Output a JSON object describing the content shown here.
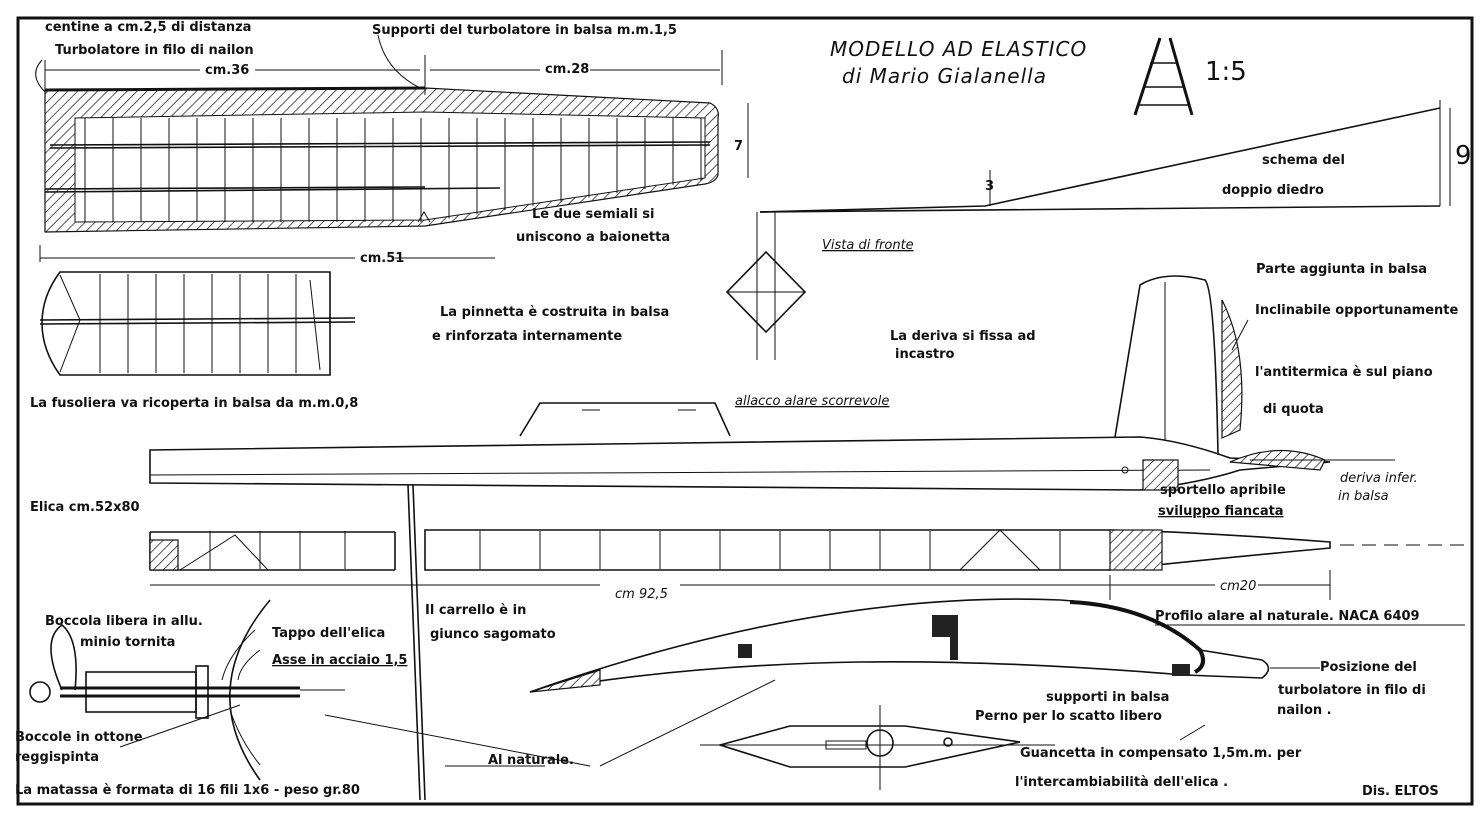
{
  "title": {
    "main": "MODELLO AD ELASTICO",
    "author": "di Mario Gialanella",
    "scale": "1:5",
    "signature": "Dis. ELTOS"
  },
  "wing": {
    "ribs_note": "centine a cm.2,5 di distanza",
    "turbulator_note": "Turbolatore in filo di nailon",
    "supports_note": "Supporti del turbolatore in balsa m.m.1,5",
    "dim_inner": "cm.36",
    "dim_outer": "cm.28",
    "dim_chord": "7",
    "dim_span": "cm.51",
    "joint_note_1": "Le due semiali si",
    "joint_note_2": "uniscono a baionetta"
  },
  "dihedral": {
    "label_1": "schema del",
    "label_2": "doppio diedro",
    "dim_low": "3",
    "dim_high": "9",
    "front_view": "Vista di fronte"
  },
  "stabilizer": {
    "fin_note_1": "La pinnetta è costruita in balsa",
    "fin_note_2": "e rinforzata internamente",
    "fuselage_cover": "La fusoliera va ricoperta in balsa da m.m.0,8"
  },
  "tail": {
    "fin_fix_1": "La deriva si fissa ad",
    "fin_fix_2": "incastro",
    "added_part": "Parte aggiunta in balsa",
    "tiltable": "Inclinabile opportunamente",
    "dethermalizer_1": "l'antitermica è sul piano",
    "dethermalizer_2": "di quota",
    "lower_fin_1": "deriva infer.",
    "lower_fin_2": "in balsa"
  },
  "fuselage": {
    "wing_mount": "allacco alare scorrevole",
    "propeller": "Elica cm.52x80",
    "hatch_1": "sportello apribile",
    "hatch_2": "sviluppo fiancata",
    "dim_length": "cm 92,5",
    "dim_tail": "cm20"
  },
  "details": {
    "profile_title": "Profilo alare al naturale. NACA 6409",
    "bushing_1": "Boccola libera in allu.",
    "bushing_2": "minio tornita",
    "prop_cap": "Tappo dell'elica",
    "shaft": "Asse in acciaio 1,5",
    "gear_1": "Il carrello è in",
    "gear_2": "giunco sagomato",
    "turb_pos_1": "Posizione del",
    "turb_pos_2": "turbolatore in filo di",
    "turb_pos_3": "nailon .",
    "balsa_supports": "supporti in balsa",
    "pin": "Perno per lo scatto libero",
    "thrust_1": "Boccole in ottone",
    "thrust_2": "reggispinta",
    "full_size": "Al naturale.",
    "cheek_1": "Guancetta in compensato 1,5m.m. per",
    "cheek_2": "l'intercambiabilità dell'elica .",
    "rubber": "La matassa è formata di 16 fili 1x6 - peso gr.80"
  }
}
